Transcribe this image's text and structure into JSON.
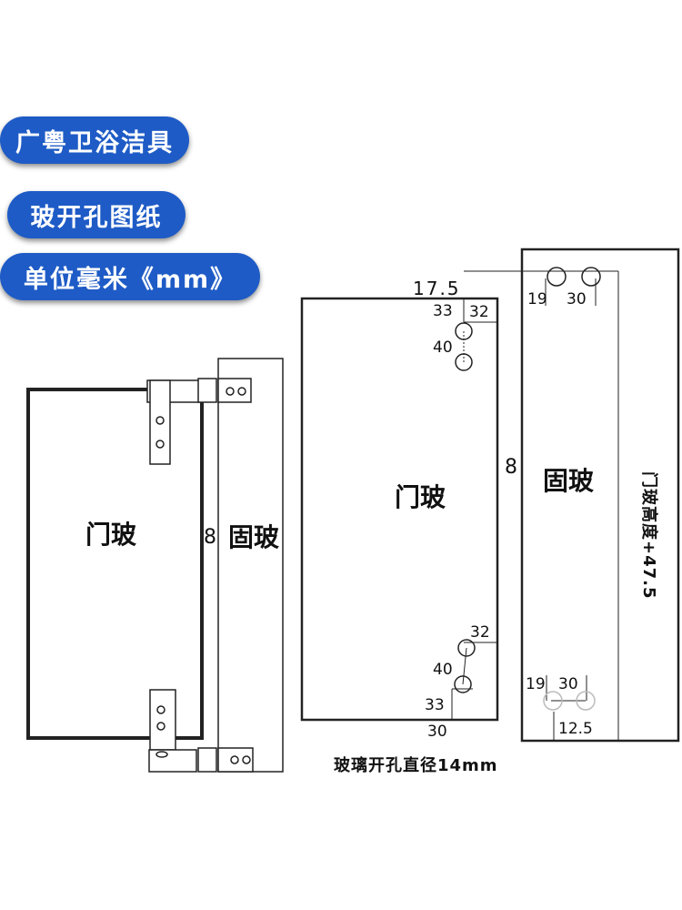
{
  "header": {
    "brand": "广粤卫浴洁具",
    "title": "玻开孔图纸",
    "unit": "单位毫米《mm》",
    "accent_color": "#1e5bc6"
  },
  "left_drawing": {
    "door_label": "门玻",
    "fixed_label": "固玻",
    "gap": "8"
  },
  "right_drawing": {
    "door_label": "门玻",
    "fixed_label": "固玻",
    "gap": "8",
    "offset_top": "17.5",
    "door_top_v": "33",
    "door_top_h": "32",
    "door_top_spacing": "40",
    "door_bottom_h": "32",
    "door_bottom_spacing": "40",
    "door_bottom_v": "33",
    "door_bottom_offset": "30",
    "fixed_top_left": "19",
    "fixed_top_right": "30",
    "fixed_bottom_left": "19",
    "fixed_bottom_right": "30",
    "fixed_bottom_v": "12.5",
    "fixed_height_note": "门玻高度+47.5",
    "hole_note": "玻璃开孔直径14mm"
  }
}
